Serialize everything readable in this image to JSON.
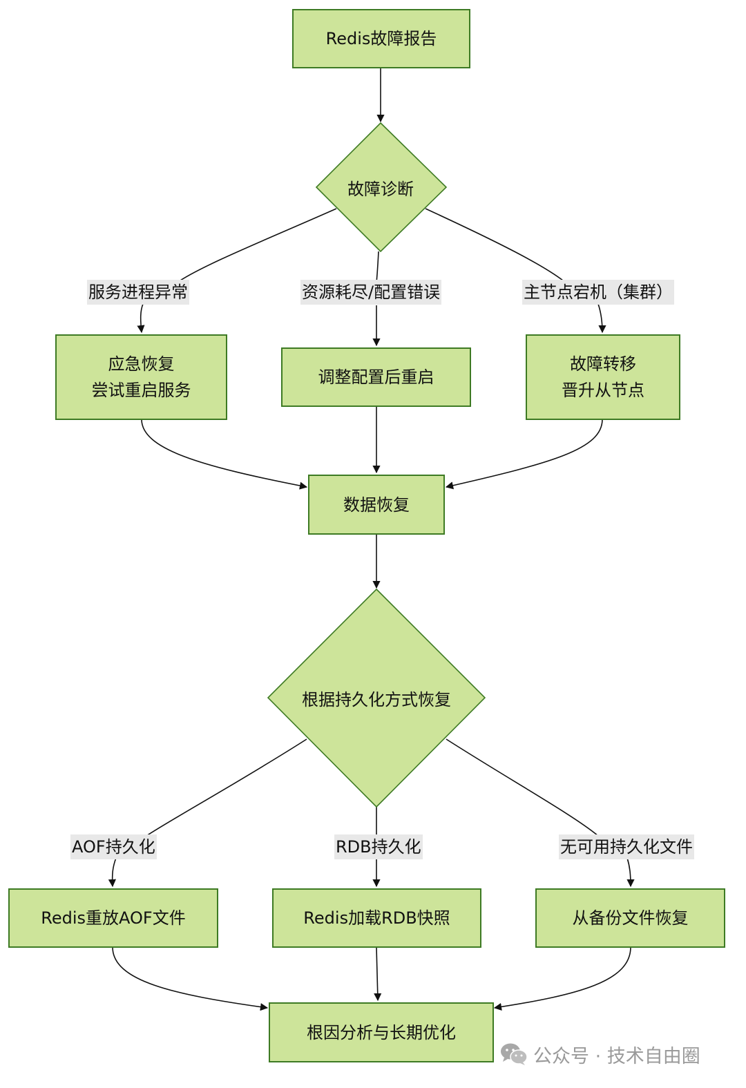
{
  "diagram": {
    "start": "Redis故障报告",
    "diagnosis": "故障诊断",
    "branch_labels": [
      "服务进程异常",
      "资源耗尽/配置错误",
      "主节点宕机（集群）"
    ],
    "actions": [
      [
        "应急恢复",
        "尝试重启服务"
      ],
      [
        "调整配置后重启"
      ],
      [
        "故障转移",
        "晋升从节点"
      ]
    ],
    "data_recovery": "数据恢复",
    "persistence_decision": "根据持久化方式恢复",
    "persistence_labels": [
      "AOF持久化",
      "RDB持久化",
      "无可用持久化文件"
    ],
    "persistence_actions": [
      "Redis重放AOF文件",
      "Redis加载RDB快照",
      "从备份文件恢复"
    ],
    "final": "根因分析与长期优化"
  },
  "watermark": {
    "icon": "wechat-icon",
    "text": "公众号 · 技术自由圈"
  },
  "colors": {
    "node_fill": "#cde49a",
    "node_border": "#3d7a23",
    "edge": "#111111",
    "label_bg": "#e8e8e8"
  }
}
